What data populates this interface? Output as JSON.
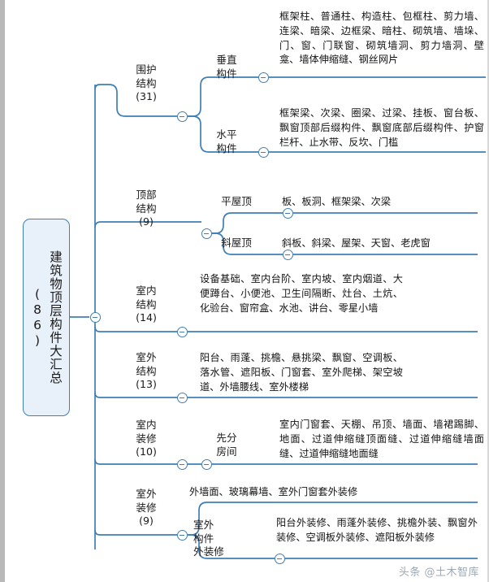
{
  "diagram": {
    "type": "mindmap",
    "root": {
      "label": "建筑物顶层构件大汇总\n(86)",
      "label_text": "建筑物顶层构件大汇总(86)",
      "count": 86
    },
    "branches": [
      {
        "id": "enclosure",
        "label": "围护\n结构\n(31)",
        "title": "围护结构",
        "count": 31,
        "children": [
          {
            "id": "vertical-members",
            "label": "垂直\n构件",
            "title": "垂直构件",
            "leaf": "框架柱、普通柱、构造柱、包框柱、剪力墙、连梁、暗梁、边框梁、暗柱、砌筑墙、墙垛、门、窗、门联窗、砌筑墙洞、剪力墙洞、壁龛、墙体伸缩缝、钢丝网片"
          },
          {
            "id": "horizontal-members",
            "label": "水平\n构件",
            "title": "水平构件",
            "leaf": "框架梁、次梁、圈梁、过梁、挂板、窗台板、飘窗顶部后缀构件、飘窗底部后缀构件、护窗栏杆、止水带、反坎、门槛"
          }
        ]
      },
      {
        "id": "top-structure",
        "label": "顶部\n结构\n(9)",
        "title": "顶部结构",
        "count": 9,
        "children": [
          {
            "id": "flat-roof",
            "label": "平屋顶",
            "title": "平屋顶",
            "leaf": "板、板洞、框架梁、次梁"
          },
          {
            "id": "sloped-roof",
            "label": "斜屋顶",
            "title": "斜屋顶",
            "leaf": "斜板、斜梁、屋架、天窗、老虎窗"
          }
        ]
      },
      {
        "id": "indoor-structure",
        "label": "室内\n结构\n(14)",
        "title": "室内结构",
        "count": 14,
        "leaf": "设备基础、室内台阶、室内坡、室内烟道、大便蹲台、小便池、卫生间隔断、灶台、土炕、化验台、窗帘盒、水池、讲台、零星小墙"
      },
      {
        "id": "outdoor-structure",
        "label": "室外\n结构\n(13)",
        "title": "室外结构",
        "count": 13,
        "leaf": "阳台、雨蓬、挑檐、悬挑梁、飘窗、空调板、落水管、遮阳板、门窗套、室外爬梯、架空坡道、外墙腰线、室外楼梯"
      },
      {
        "id": "indoor-decoration",
        "label": "室内\n装修\n(10)",
        "title": "室内装修",
        "count": 10,
        "children": [
          {
            "id": "by-room-first",
            "label": "先分\n房间",
            "title": "先分房间",
            "leaf": "室内门窗套、天棚、吊顶、墙面、墙裙踢脚、地面、过道伸缩缝顶面缝、过道伸缩缝墙面缝、过道伸缩缝地面缝"
          }
        ]
      },
      {
        "id": "outdoor-decoration",
        "label": "室外\n装修\n(9)",
        "title": "室外装修",
        "count": 9,
        "children": [
          {
            "id": "outdoor-surface",
            "label": "",
            "title": "外墙面类",
            "leaf": "外墙面、玻璃幕墙、室外门窗套外装修"
          },
          {
            "id": "outdoor-member-decoration",
            "label": "室外\n构件\n外装修",
            "title": "室外构件外装修",
            "leaf": "阳台外装修、雨蓬外装修、挑檐外装、飘窗外装修、空调板外装修、遮阳板外装修"
          }
        ]
      }
    ]
  },
  "watermark": "头条 @土木智库",
  "colors": {
    "line": "#3f7fb5",
    "root_fill": "#e8f1f9",
    "root_border": "#3f7fb5",
    "text": "#1a1a1a"
  }
}
